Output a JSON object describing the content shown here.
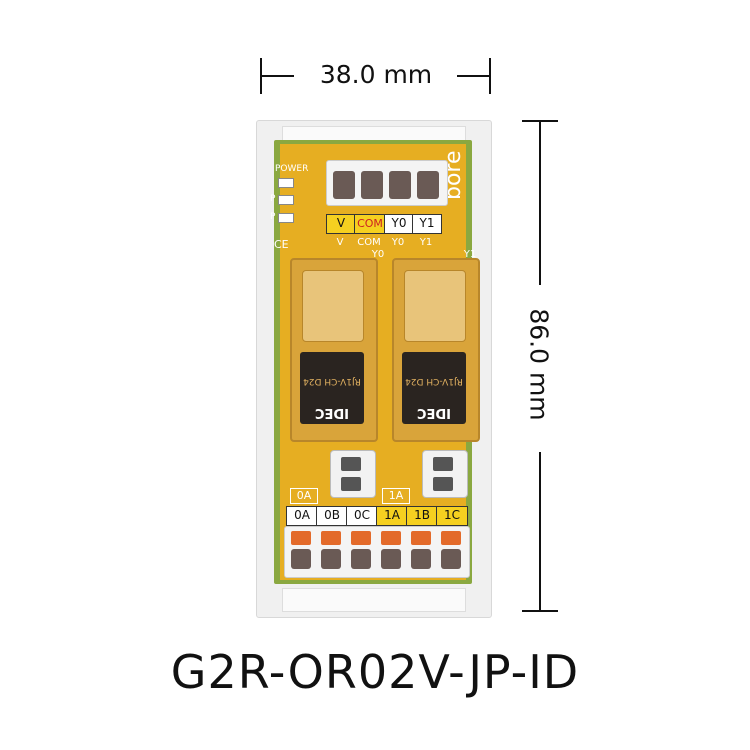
{
  "dimensions": {
    "width_label": "38.0 mm",
    "height_label": "86.0 mm"
  },
  "product": {
    "model": "G2R-OR02V-JP-ID",
    "brand": "bore",
    "leds": [
      "POWER",
      "P",
      "P"
    ],
    "ce_mark": "CE",
    "top_terminals": [
      "V",
      "COM",
      "Y0",
      "Y1"
    ],
    "top_terminals_silk": [
      "V",
      "COM",
      "Y0",
      "Y1"
    ],
    "relay_labels": [
      "Y0",
      "Y1"
    ],
    "relay_text": "RJ1V-CH D24",
    "relay_brand": "IDEC",
    "bottom_groups": [
      "0A",
      "1A"
    ],
    "bottom_terminals": [
      "0A",
      "0B",
      "0C",
      "1A",
      "1B",
      "1C"
    ]
  },
  "colors": {
    "pcb": "#e8b020",
    "pcb_green": "#8aa840",
    "rail": "#f2f2f2",
    "terminal_orange": "#e36a2a",
    "terminal_yellow": "#f5d020",
    "relay_amber": "#d99a2a"
  }
}
